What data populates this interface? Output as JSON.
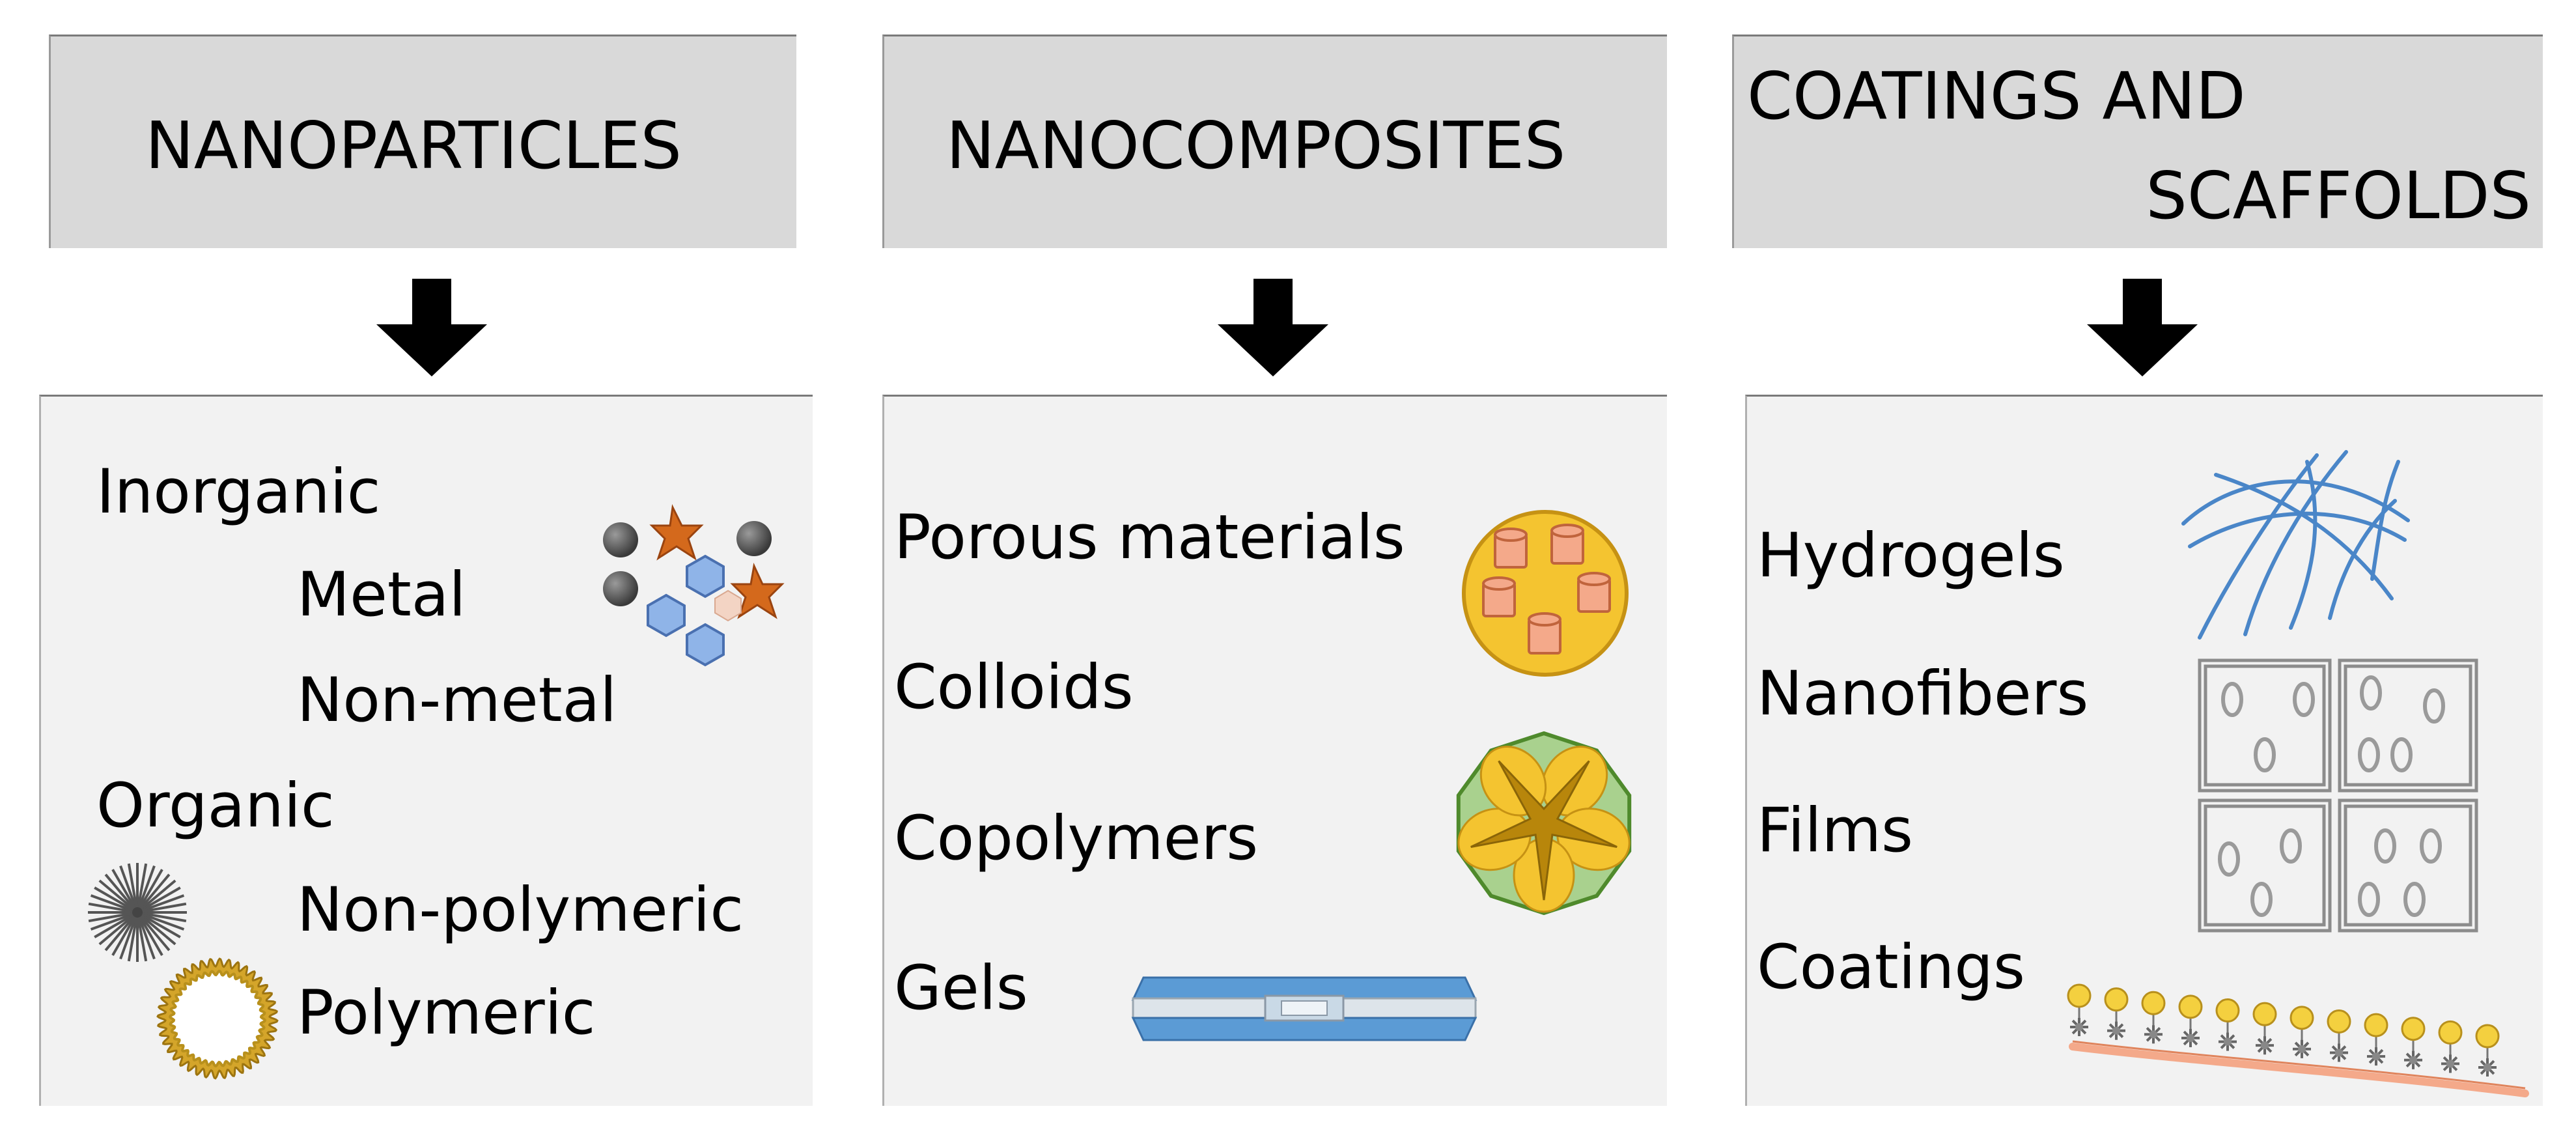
{
  "columns": [
    {
      "title_lines": [
        "NANOPARTICLES"
      ],
      "items": [
        "Inorganic",
        "Metal",
        "Non-metal",
        "Organic",
        "Non-polymeric",
        "Polymeric"
      ]
    },
    {
      "title_lines": [
        "NANOCOMPOSITES"
      ],
      "items": [
        "Porous materials",
        "Colloids",
        "Copolymers",
        "Gels"
      ]
    },
    {
      "title_lines": [
        "COATINGS AND",
        "SCAFFOLDS"
      ],
      "items": [
        "Hydrogels",
        "Nanofibers",
        "Films",
        "Coatings"
      ]
    }
  ],
  "colors": {
    "header_fill": "#d9d9d9",
    "panel_fill": "#f2f2f2",
    "arrow": "#000000",
    "accent_orange": "#d4691c",
    "accent_blue": "#4a86c8",
    "accent_gold": "#f2c22e",
    "accent_green": "#7fb060"
  }
}
